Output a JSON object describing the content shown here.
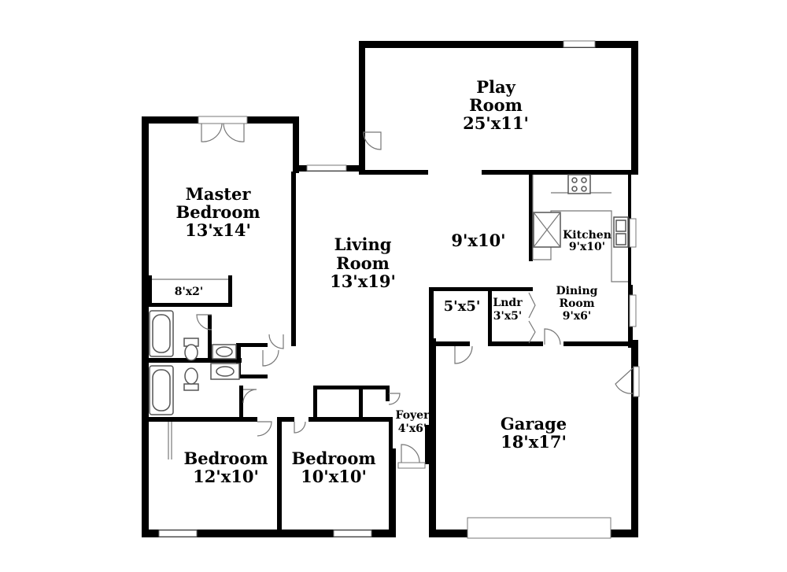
{
  "rooms": {
    "play_room": {
      "name1": "Play",
      "name2": "Room",
      "dims": "25'x11'"
    },
    "master_bedroom": {
      "name1": "Master",
      "name2": "Bedroom",
      "dims": "13'x14'"
    },
    "master_closet": {
      "dims": "8'x2'"
    },
    "living_room": {
      "name1": "Living",
      "name2": "Room",
      "dims": "13'x19'"
    },
    "center_area": {
      "dims": "9'x10'"
    },
    "kitchen": {
      "name": "Kitchen",
      "dims": "9'x10'"
    },
    "dining_room": {
      "name1": "Dining",
      "name2": "Room",
      "dims": "9'x6'"
    },
    "storage": {
      "dims": "5'x5'"
    },
    "laundry": {
      "name": "Lndr",
      "dims": "3'x5'"
    },
    "foyer": {
      "name": "Foyer",
      "dims": "4'x6'"
    },
    "garage": {
      "name": "Garage",
      "dims": "18'x17'"
    },
    "bedroom_2": {
      "name": "Bedroom",
      "dims": "12'x10'"
    },
    "bedroom_3": {
      "name": "Bedroom",
      "dims": "10'x10'"
    }
  }
}
